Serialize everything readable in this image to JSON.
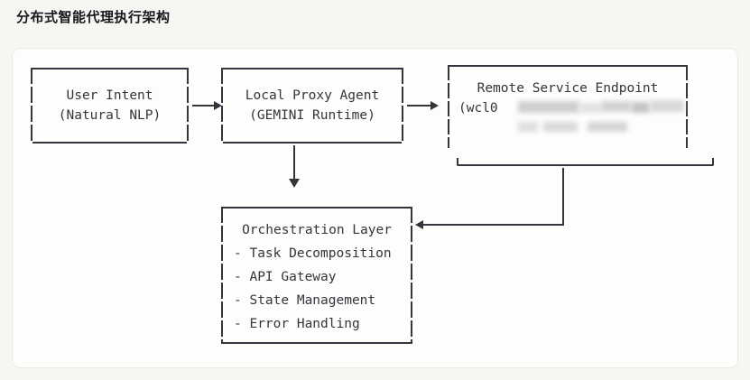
{
  "page": {
    "title": "分布式智能代理执行架构",
    "background_color": "#f7f6f3",
    "card_background": "#fdfdfc",
    "card_border_color": "#ebe9e4",
    "ink_color": "#32353b"
  },
  "diagram": {
    "type": "ascii-flow-diagram",
    "nodes": [
      {
        "id": "user-intent",
        "lines": [
          "User Intent",
          "(Natural NLP)"
        ],
        "align": "center"
      },
      {
        "id": "local-proxy",
        "lines": [
          "Local Proxy Agent",
          "(GEMINI Runtime)"
        ],
        "align": "center"
      },
      {
        "id": "remote-endpoint",
        "title": "Remote Service Endpoint",
        "prefix": "(wcl0",
        "redacted": true,
        "redaction_note": "blurred text",
        "align": "center"
      },
      {
        "id": "orchestration",
        "title": "Orchestration Layer",
        "items": [
          "- Task Decomposition",
          "- API Gateway",
          "- State Management",
          "- Error Handling"
        ],
        "align": "left"
      }
    ],
    "edges": [
      {
        "from": "user-intent",
        "to": "local-proxy",
        "direction": "right"
      },
      {
        "from": "local-proxy",
        "to": "remote-endpoint",
        "direction": "right"
      },
      {
        "from": "local-proxy",
        "to": "orchestration",
        "direction": "down"
      },
      {
        "from": "remote-endpoint",
        "to": "orchestration",
        "direction": "left"
      }
    ]
  }
}
